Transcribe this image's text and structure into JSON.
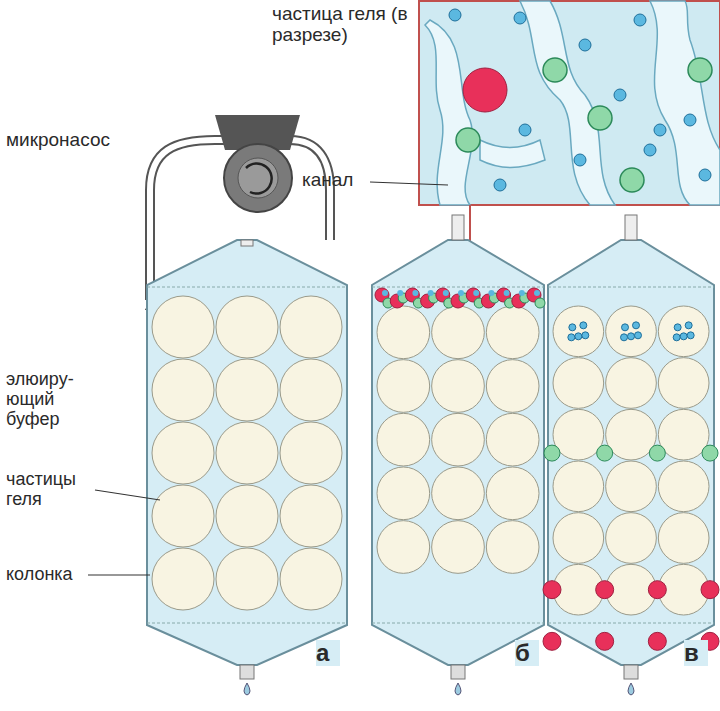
{
  "diagram": {
    "labels": [
      "частица геля (в разрезе)",
      "микронасос",
      "канал",
      "элюиру- ющий буфер",
      "частицы геля",
      "колонка",
      "а",
      "б",
      "в"
    ]
  }
}
